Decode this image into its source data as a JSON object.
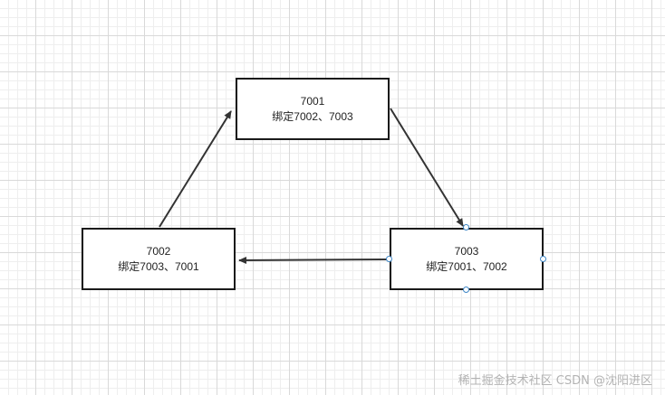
{
  "nodes": [
    {
      "id": "7001",
      "title": "7001",
      "label": "绑定7002、7003"
    },
    {
      "id": "7002",
      "title": "7002",
      "label": "绑定7003、7001"
    },
    {
      "id": "7003",
      "title": "7003",
      "label": "绑定7001、7002"
    }
  ],
  "edges": [
    {
      "from": "7001",
      "to": "7003"
    },
    {
      "from": "7003",
      "to": "7002"
    },
    {
      "from": "7002",
      "to": "7001"
    }
  ],
  "selected_node": "7003",
  "watermark": "稀土掘金技术社区 CSDN @沈阳进区",
  "colors": {
    "stroke": "#1a1a1a",
    "edge": "#333333",
    "handle": "#3d86c6",
    "grid": "#d9d9d9"
  }
}
